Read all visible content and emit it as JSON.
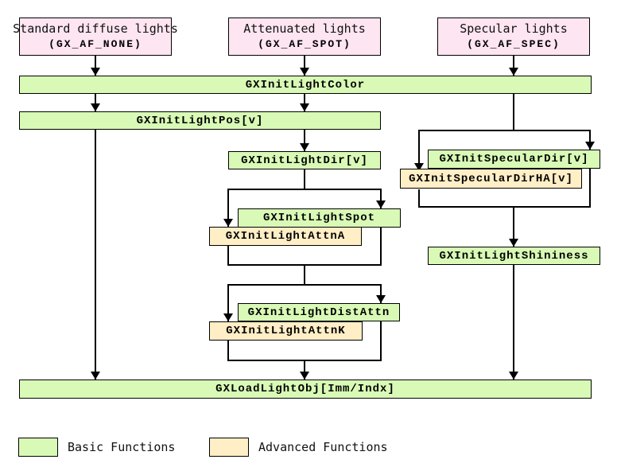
{
  "title": "GX light initialization flow",
  "light_types": [
    {
      "name": "Standard diffuse lights",
      "code": "(GX_AF_NONE)"
    },
    {
      "name": "Attenuated lights",
      "code": "(GX_AF_SPOT)"
    },
    {
      "name": "Specular lights",
      "code": "(GX_AF_SPEC)"
    }
  ],
  "functions": {
    "init_light_color": "GXInitLightColor",
    "init_light_pos": "GXInitLightPos[v]",
    "init_light_dir": "GXInitLightDir[v]",
    "init_specular_dir": "GXInitSpecularDir[v]",
    "init_specular_dir_ha": "GXInitSpecularDirHA[v]",
    "init_light_spot": "GXInitLightSpot",
    "init_light_attn_a": "GXInitLightAttnA",
    "init_light_shininess": "GXInitLightShininess",
    "init_light_dist_attn": "GXInitLightDistAttn",
    "init_light_attn_k": "GXInitLightAttnK",
    "load_light_obj": "GXLoadLightObj[Imm/Indx]"
  },
  "legend": {
    "basic_label": "Basic Functions",
    "advanced_label": "Advanced Functions"
  },
  "colors": {
    "basic_fill": "#d9fab6",
    "advanced_fill": "#ffeec6",
    "light_type_fill": "#fde5f1",
    "line": "#000000",
    "background": "#ffffff"
  }
}
